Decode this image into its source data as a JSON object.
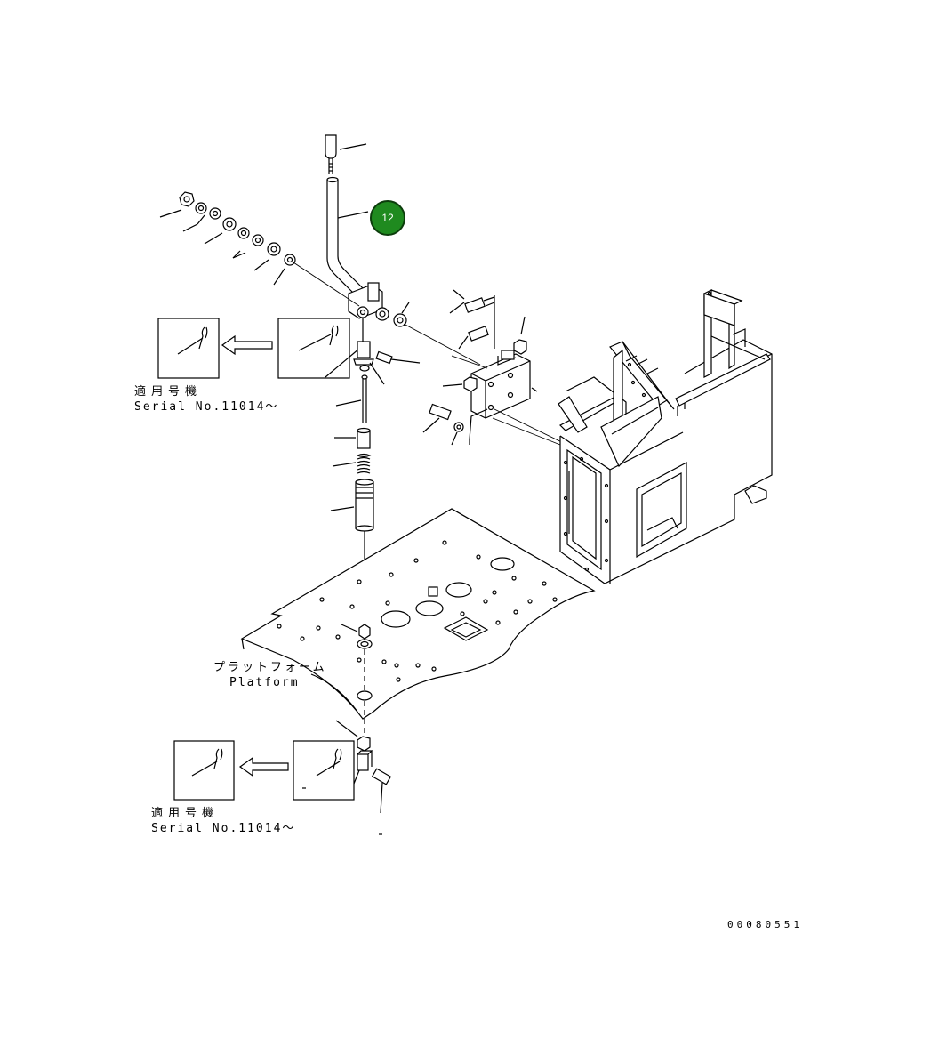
{
  "callout": {
    "label": "12",
    "color": "#1f8a1f"
  },
  "detail_top": {
    "jp": "適用号機",
    "serial": "Serial No.11014～"
  },
  "detail_bottom": {
    "jp": "適用号機",
    "serial": "Serial No.11014～"
  },
  "platform": {
    "jp": "プラットフォーム",
    "en": "Platform"
  },
  "document_number": "00080551",
  "colors": {
    "line": "#000000",
    "background": "#ffffff",
    "callout": "#1f8a1f"
  }
}
